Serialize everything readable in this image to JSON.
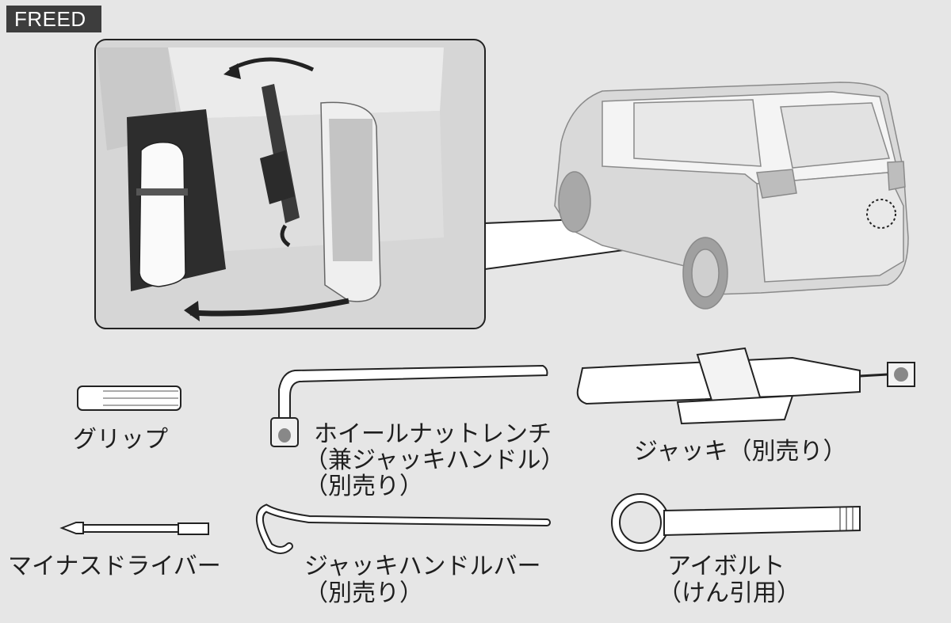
{
  "badge": "FREED",
  "tools": {
    "grip": "グリップ",
    "wrench": [
      "ホイールナットレンチ",
      "（兼ジャッキハンドル）",
      "（別売り）"
    ],
    "jack": "ジャッキ（別売り）",
    "screwdriver": "マイナスドライバー",
    "jack_handle_bar": [
      "ジャッキハンドルバー",
      "（別売り）"
    ],
    "eye_bolt": [
      "アイボルト",
      "（けん引用）"
    ]
  }
}
